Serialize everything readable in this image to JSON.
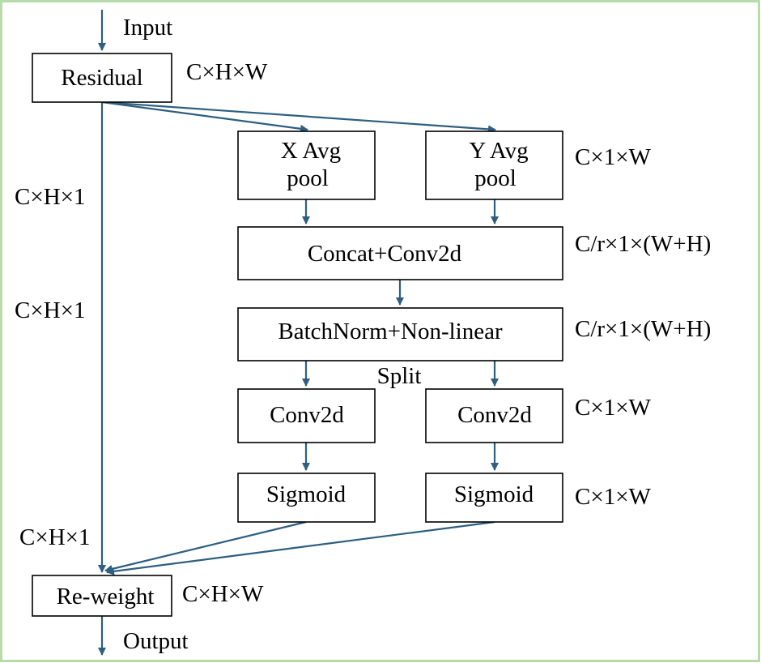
{
  "labels": {
    "input": "Input",
    "output": "Output",
    "split": "Split"
  },
  "nodes": {
    "residual": "Residual",
    "x_pool_line1": "X Avg",
    "x_pool_line2": "pool",
    "y_pool_line1": "Y Avg",
    "y_pool_line2": "pool",
    "concat_conv": "Concat+Conv2d",
    "batchnorm": "BatchNorm+Non-linear",
    "conv_left": "Conv2d",
    "conv_right": "Conv2d",
    "sigmoid_left": "Sigmoid",
    "sigmoid_right": "Sigmoid",
    "reweight": "Re-weight"
  },
  "dims": {
    "residual": "C×H×W",
    "pool": "C×1×W",
    "concat": "C/r×1×(W+H)",
    "batchnorm": "C/r×1×(W+H)",
    "conv": "C×1×W",
    "sigmoid": "C×1×W",
    "reweight": "C×H×W",
    "skip_1": "C×H×1",
    "skip_2": "C×H×1",
    "skip_3": "C×H×1"
  },
  "colors": {
    "arrow": "#2e5f80",
    "frame": "#b8dbaa"
  }
}
